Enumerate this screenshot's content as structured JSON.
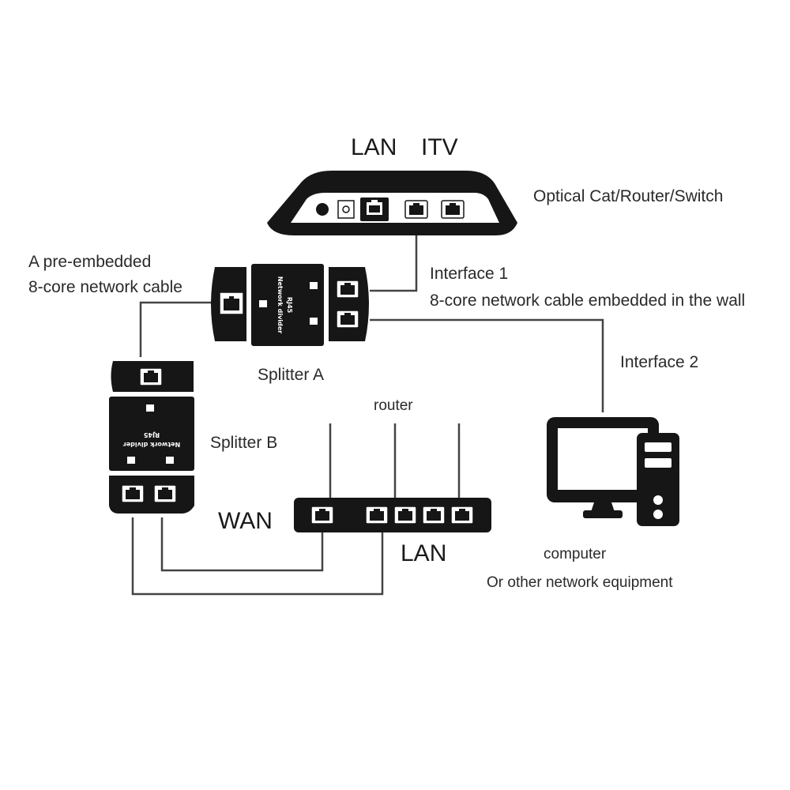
{
  "modem": {
    "lan_label": "LAN",
    "itv_label": "ITV",
    "caption": "Optical Cat/Router/Switch"
  },
  "cable": {
    "line1": "A pre-embedded",
    "line2": "8-core network cable"
  },
  "interface1": {
    "title": "Interface 1",
    "description": "8-core network cable embedded in the wall"
  },
  "splitter_a": {
    "caption": "Splitter A",
    "print_1": "RJ45",
    "print_2": "Network divider"
  },
  "splitter_b": {
    "caption": "Splitter B",
    "print_1": "RJ45",
    "print_2": "Network divider"
  },
  "interface2": {
    "title": "Interface 2"
  },
  "router": {
    "caption": "router",
    "wan_label": "WAN",
    "lan_label": "LAN"
  },
  "computer": {
    "line1": "computer",
    "line2": "Or other network equipment"
  },
  "colors": {
    "device": "#161616",
    "wire": "#444444",
    "background": "#ffffff"
  }
}
